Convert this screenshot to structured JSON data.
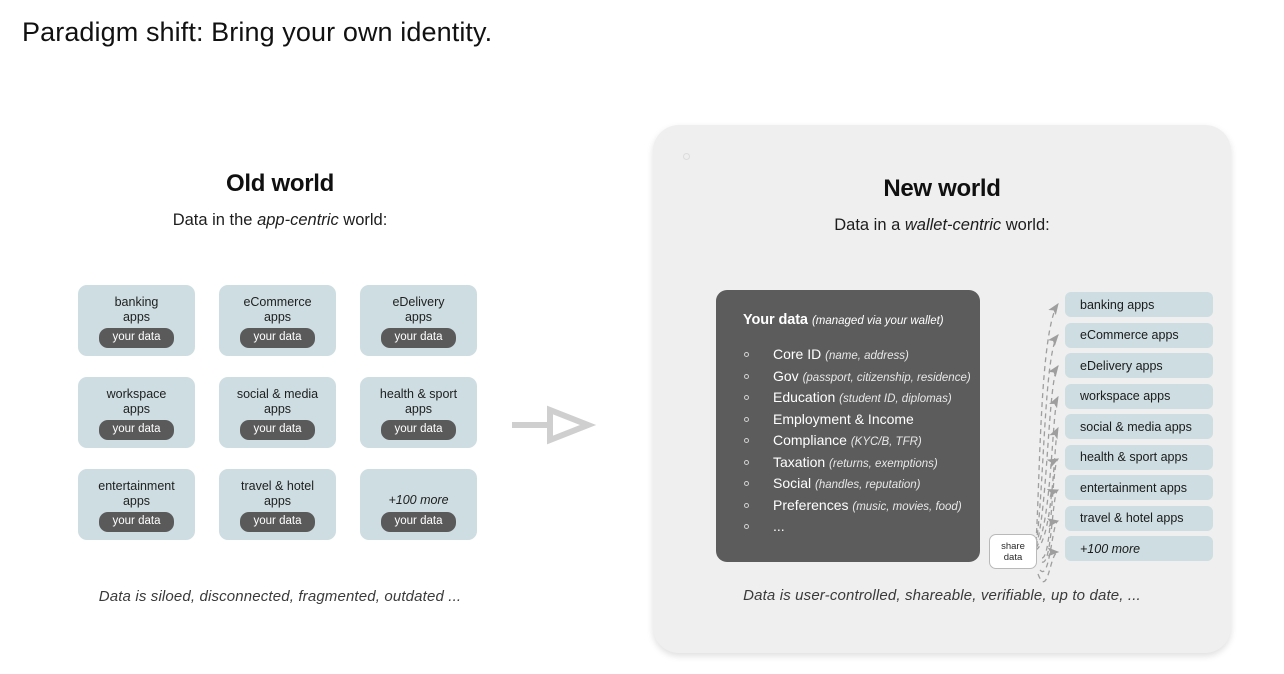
{
  "page": {
    "title": "Paradigm shift: Bring your own identity."
  },
  "old_world": {
    "heading": "Old world",
    "subheading_prefix": "Data in the ",
    "subheading_emphasis": "app-centric",
    "subheading_suffix": " world:",
    "pill_label": "your data",
    "cards": [
      {
        "line1": "banking",
        "line2": "apps",
        "italic": false
      },
      {
        "line1": "eCommerce",
        "line2": "apps",
        "italic": false
      },
      {
        "line1": "eDelivery",
        "line2": "apps",
        "italic": false
      },
      {
        "line1": "workspace",
        "line2": "apps",
        "italic": false
      },
      {
        "line1": "social & media",
        "line2": "apps",
        "italic": false
      },
      {
        "line1": "health & sport",
        "line2": "apps",
        "italic": false
      },
      {
        "line1": "entertainment",
        "line2": "apps",
        "italic": false
      },
      {
        "line1": "travel & hotel",
        "line2": "apps",
        "italic": false
      },
      {
        "line1": "+100 more",
        "line2": "",
        "italic": true
      }
    ],
    "caption": "Data is siloed, disconnected, fragmented, outdated ..."
  },
  "transition": {
    "arrow_icon": "arrow-right-icon"
  },
  "new_world": {
    "heading": "New world",
    "subheading_prefix": "Data in a ",
    "subheading_emphasis": "wallet-centric",
    "subheading_suffix": " world:",
    "your_data": {
      "title": "Your data",
      "title_note": "(managed via your wallet)",
      "items": [
        {
          "name": "Core ID",
          "note": "(name, address)"
        },
        {
          "name": "Gov",
          "note": "(passport, citizenship, residence)"
        },
        {
          "name": "Education",
          "note": "(student ID, diplomas)"
        },
        {
          "name": "Employment & Income",
          "note": ""
        },
        {
          "name": "Compliance",
          "note": "(KYC/B, TFR)"
        },
        {
          "name": "Taxation",
          "note": "(returns, exemptions)"
        },
        {
          "name": "Social",
          "note": "(handles, reputation)"
        },
        {
          "name": "Preferences",
          "note": "(music, movies, food)"
        },
        {
          "name": "...",
          "note": ""
        }
      ]
    },
    "share_node": {
      "line1": "share",
      "line2": "data"
    },
    "apps": [
      {
        "label": "banking apps",
        "italic": false
      },
      {
        "label": "eCommerce apps",
        "italic": false
      },
      {
        "label": "eDelivery apps",
        "italic": false
      },
      {
        "label": "workspace apps",
        "italic": false
      },
      {
        "label": "social & media apps",
        "italic": false
      },
      {
        "label": "health & sport apps",
        "italic": false
      },
      {
        "label": "entertainment apps",
        "italic": false
      },
      {
        "label": "travel & hotel apps",
        "italic": false
      },
      {
        "label": "+100 more",
        "italic": true
      }
    ],
    "caption": "Data is user-controlled, shareable, verifiable, up to date, ..."
  },
  "colors": {
    "card_blue": "#cddde1",
    "dark_panel": "#5c5c5c",
    "pill_dark": "#5a5a5a",
    "panel_bg": "#efefef",
    "arrow_gray": "#cfcfcf",
    "connector_gray": "#9e9e9e"
  }
}
